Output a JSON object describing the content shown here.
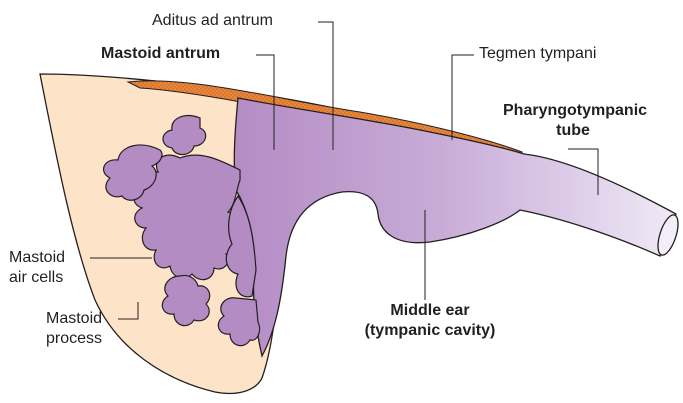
{
  "labels": {
    "aditus": "Aditus ad antrum",
    "mastoid_antrum": "Mastoid antrum",
    "tegmen": "Tegmen tympani",
    "pharyngo_1": "Pharyngotympanic",
    "pharyngo_2": "tube",
    "air_cells_1": "Mastoid",
    "air_cells_2": "air cells",
    "process_1": "Mastoid",
    "process_2": "process",
    "middle_ear_1": "Middle ear",
    "middle_ear_2": "(tympanic cavity)"
  },
  "colors": {
    "bone": "#fde3c8",
    "cavity": "#b891c8",
    "cavity_light": "#e6daf0",
    "tegmen": "#e8873a",
    "outline": "#231f20"
  }
}
